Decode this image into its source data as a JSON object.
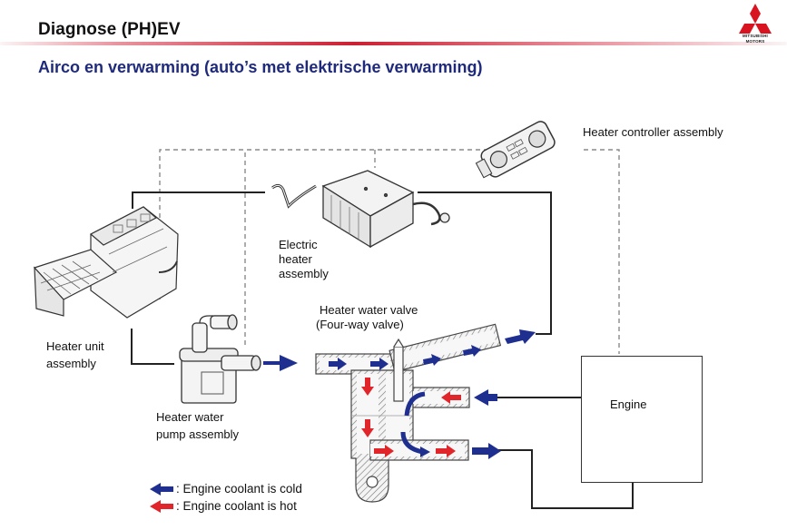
{
  "header": {
    "title": "Diagnose (PH)EV",
    "subtitle": "Airco en verwarming (auto’s met elektrische verwarming)",
    "brand_color": "#d7141f",
    "subtitle_color": "#1f2a7a",
    "logo": {
      "icon": "mitsubishi-three-diamonds-icon",
      "text_line1": "MITSUBISHI",
      "text_line2": "MOTORS"
    }
  },
  "diagram": {
    "components": [
      {
        "id": "heater-controller",
        "label": "Heater controller assembly"
      },
      {
        "id": "electric-heater",
        "label_lines": [
          "Electric",
          "heater",
          "assembly"
        ]
      },
      {
        "id": "heater-unit",
        "label_lines": [
          "Heater unit",
          "assembly"
        ]
      },
      {
        "id": "heater-water-valve",
        "label_lines": [
          "Heater water valve",
          "(Four-way valve)"
        ]
      },
      {
        "id": "heater-water-pump",
        "label_lines": [
          "Heater water",
          "pump assembly"
        ]
      },
      {
        "id": "engine",
        "label": "Engine"
      }
    ],
    "colors": {
      "cold": "#1f2f8f",
      "hot": "#e0262b",
      "line": "#222222",
      "dashed": "#888888"
    },
    "legend": [
      {
        "icon": "blue-arrow-icon",
        "text": ": Engine coolant is cold",
        "color": "#1f2f8f"
      },
      {
        "icon": "red-arrow-icon",
        "text": ": Engine coolant is hot",
        "color": "#e0262b"
      }
    ]
  }
}
